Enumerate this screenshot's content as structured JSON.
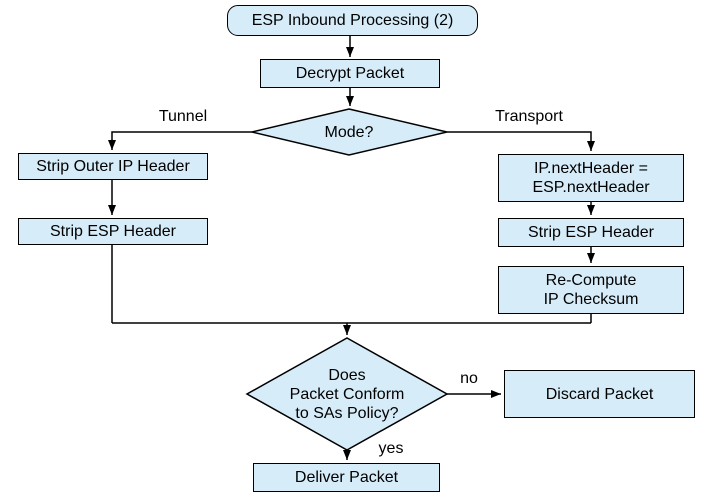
{
  "diagram": {
    "title": "ESP Inbound Processing (2)",
    "node_fill": "#d6ecf8",
    "line_color": "#000000",
    "nodes": {
      "start": "ESP Inbound Processing (2)",
      "decrypt": "Decrypt Packet",
      "mode_decision": "Mode?",
      "strip_outer_ip": "Strip Outer IP Header",
      "strip_esp_tunnel": "Strip ESP Header",
      "ip_next_header_line1": "IP.nextHeader =",
      "ip_next_header_line2": "ESP.nextHeader",
      "strip_esp_transport": "Strip ESP Header",
      "recompute_line1": "Re-Compute",
      "recompute_line2": "IP Checksum",
      "sa_policy_line1": "Does",
      "sa_policy_line2": "Packet Conform",
      "sa_policy_line3": "to SAs Policy?",
      "discard": "Discard Packet",
      "deliver": "Deliver Packet"
    },
    "edge_labels": {
      "tunnel": "Tunnel",
      "transport": "Transport",
      "no": "no",
      "yes": "yes"
    }
  }
}
